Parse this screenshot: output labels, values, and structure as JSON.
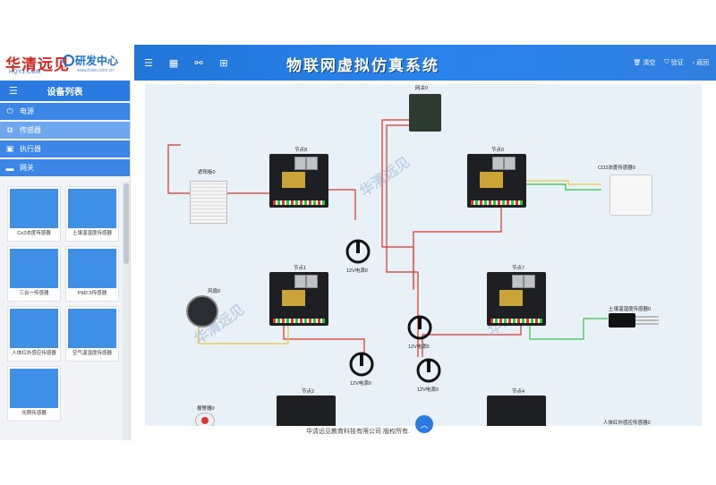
{
  "brand": {
    "main": "华清远见",
    "sub": "HQYJ.COM",
    "rd": "研发中心",
    "rd_url": "www.fsdev.com.cn"
  },
  "header": {
    "title": "物联网虚拟仿真系统",
    "tools": [
      "menu-icon",
      "grid-icon",
      "link-icon",
      "device-icon"
    ],
    "clear_label": "清空",
    "verify_label": "验证",
    "back_label": "返回"
  },
  "sidebar": {
    "title": "设备列表",
    "categories": [
      {
        "label": "电源",
        "icon": "power-icon",
        "active": false
      },
      {
        "label": "传感器",
        "icon": "sensor-icon",
        "active": true
      },
      {
        "label": "执行器",
        "icon": "image-icon",
        "active": false
      },
      {
        "label": "网关",
        "icon": "folder-icon",
        "active": false
      }
    ],
    "tiles": [
      "Co2浓度传感器",
      "土壤温湿度传感器",
      "三合一传感器",
      "PM2.5传感器",
      "人体红外感应传感器",
      "空气温湿度传感器",
      "光照传感器"
    ]
  },
  "canvas": {
    "gateway": "网关0",
    "nodes": [
      "节点8",
      "节点0",
      "节点1",
      "节点7",
      "节点2",
      "节点4"
    ],
    "power": [
      "12V电源0",
      "12V电源5",
      "12V电源0",
      "12V电源0"
    ],
    "devices": {
      "curtain": "遮阳板0",
      "co2": "CO2浓度传感器0",
      "fan": "风扇0",
      "soil": "土壤温湿度传感器0",
      "alarm": "报警器0",
      "pir": "人体红外感应传感器0"
    }
  },
  "footer": {
    "copyright": "华清远见教育科技有限公司 版权所有."
  },
  "colors": {
    "accent": "#2a7ae2",
    "canvas_bg": "#e8f1f7",
    "wire_red": "#d9342b",
    "wire_green": "#37c24a",
    "wire_yellow": "#e8c53a"
  }
}
